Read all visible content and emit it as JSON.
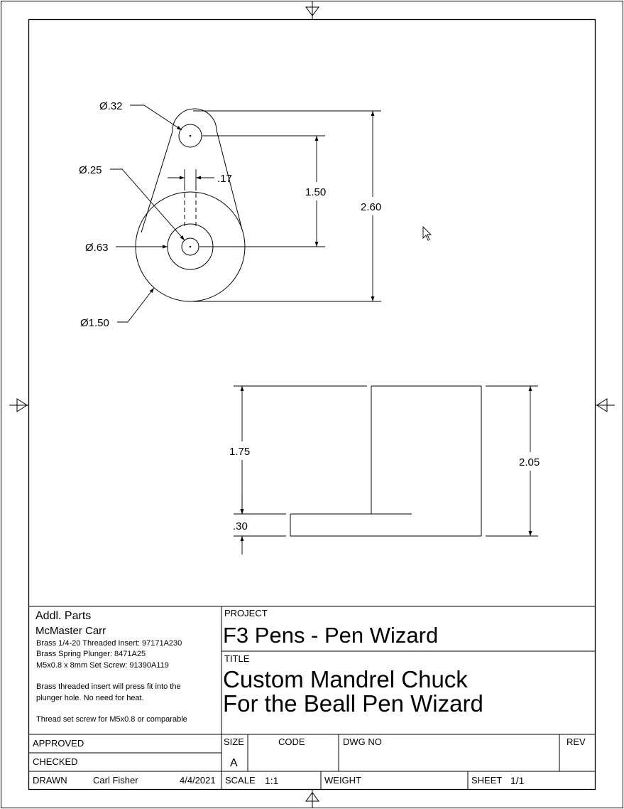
{
  "drawing": {
    "dims": {
      "dia_032": "Ø.32",
      "dia_025": "Ø.25",
      "dia_063": "Ø.63",
      "dia_150": "Ø1.50",
      "slot_017": ".17",
      "len_150": "1.50",
      "len_260": "2.60",
      "len_175": "1.75",
      "len_030": ".30",
      "len_205": "2.05"
    }
  },
  "title_block": {
    "addl_parts": {
      "heading": "Addl. Parts",
      "supplier": "McMaster Carr",
      "items": [
        "Brass 1/4-20 Threaded Insert: 97171A230",
        "Brass Spring Plunger: 8471A25",
        "M5x0.8 x 8mm Set Screw: 91390A119"
      ],
      "note1_line1": "Brass threaded insert will press fit into the",
      "note1_line2": "plunger hole. No need for heat.",
      "note2": "Thread set screw for M5x0.8 or comparable"
    },
    "project_label": "PROJECT",
    "project_value": "F3 Pens - Pen Wizard",
    "title_label": "TITLE",
    "title_line1": "Custom Mandrel Chuck",
    "title_line2": "For the Beall Pen Wizard",
    "approved_label": "APPROVED",
    "checked_label": "CHECKED",
    "drawn_label": "DRAWN",
    "drawn_by": "Carl Fisher",
    "drawn_date": "4/4/2021",
    "size_label": "SIZE",
    "size_value": "A",
    "code_label": "CODE",
    "dwg_label": "DWG NO",
    "rev_label": "REV",
    "scale_label": "SCALE",
    "scale_value": "1:1",
    "weight_label": "WEIGHT",
    "sheet_label": "SHEET",
    "sheet_value": "1/1"
  }
}
